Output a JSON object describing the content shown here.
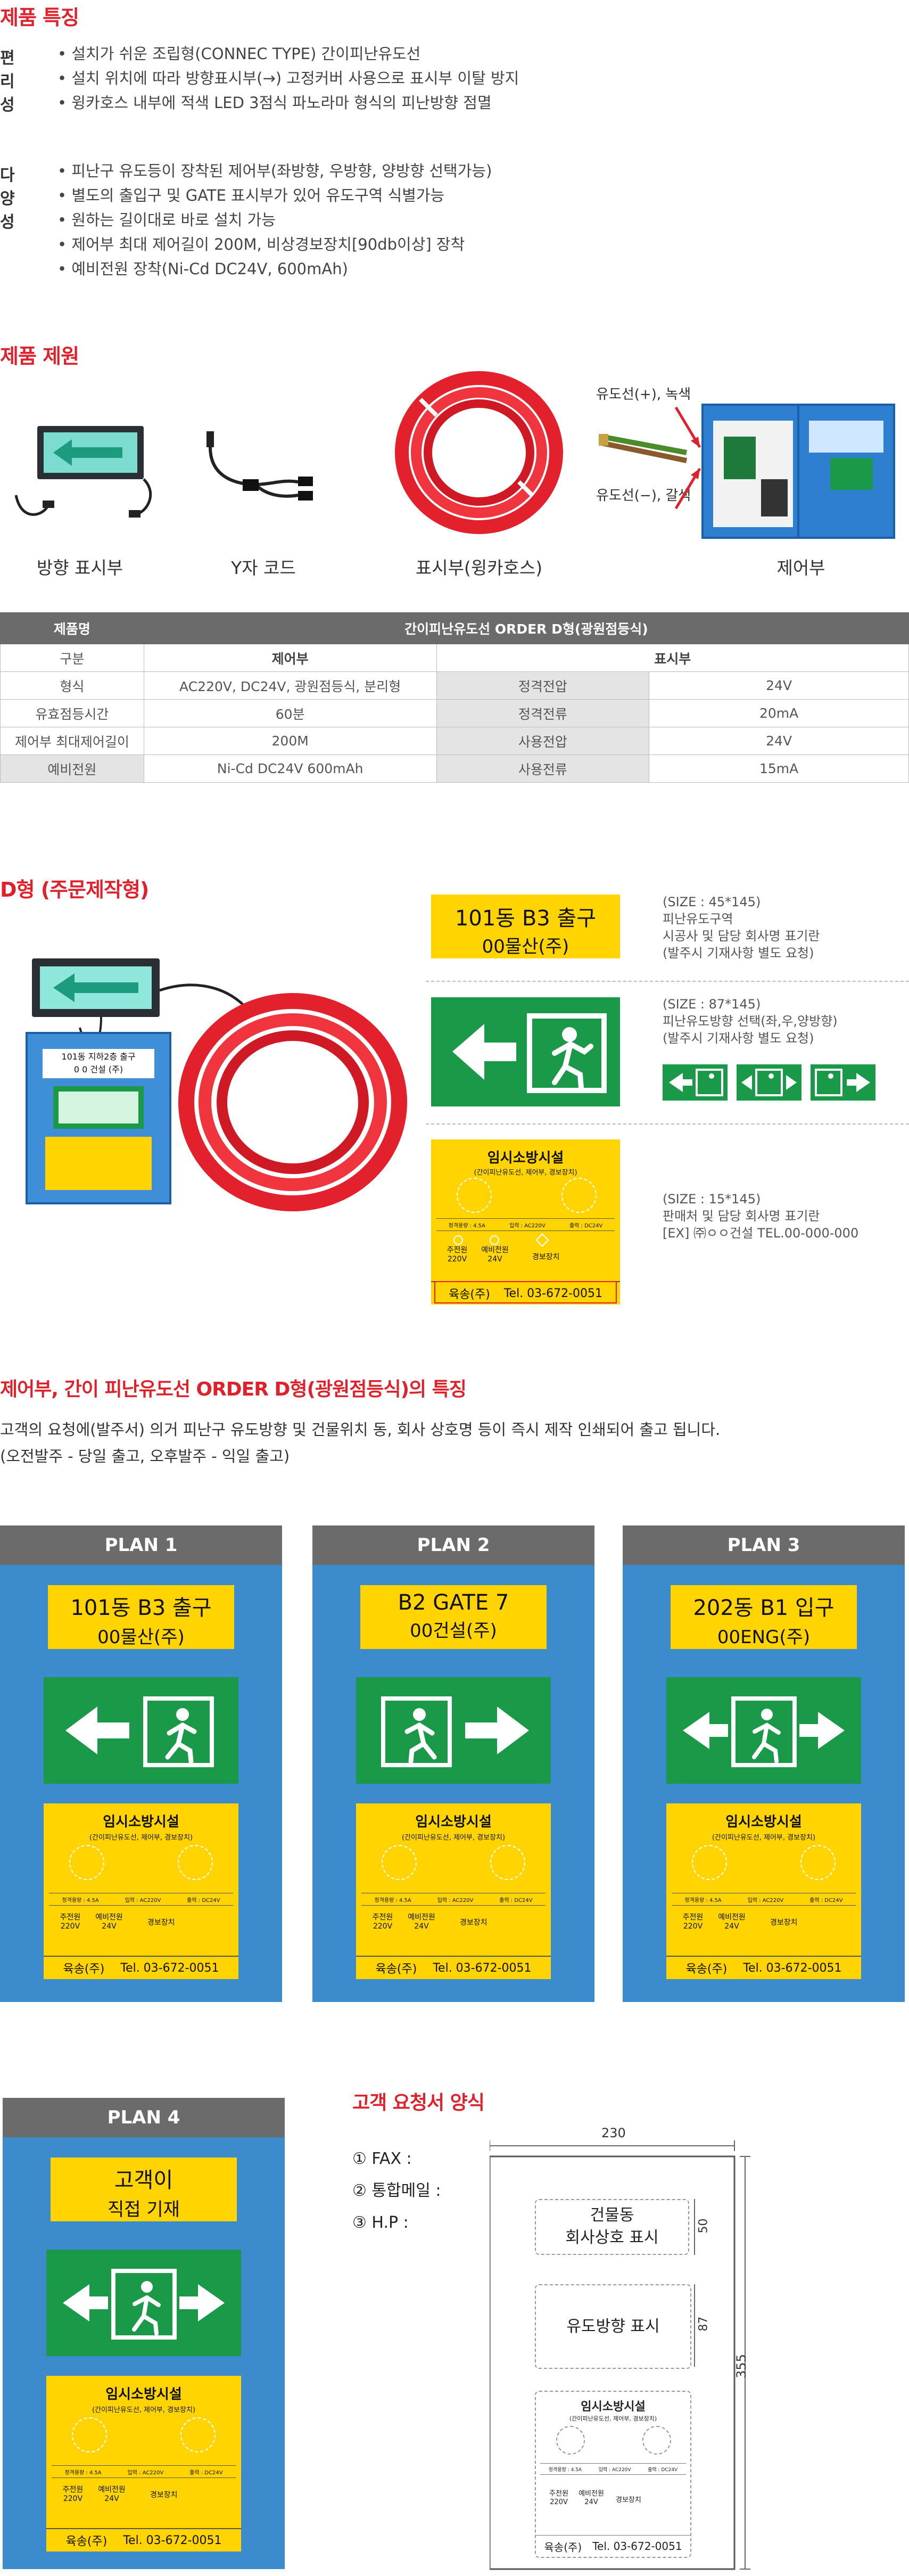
{
  "features": {
    "title": "제품 특징",
    "groups": [
      {
        "label": "편리성",
        "items": [
          "• 설치가 쉬운 조립형(CONNEC TYPE) 간이피난유도선",
          "• 설치 위치에 따라 방향표시부(→) 고정커버 사용으로 표시부 이탈 방지",
          "• 윙카호스 내부에 적색 LED 3점식 파노라마 형식의 피난방향 점멸"
        ]
      },
      {
        "label": "다양성",
        "items": [
          "• 피난구 유도등이 장착된 제어부(좌방향, 우방향, 양방향 선택가능)",
          "• 별도의 출입구 및 GATE 표시부가 있어 유도구역 식별가능",
          "• 원하는 길이대로 바로 설치 가능",
          "• 제어부 최대 제어길이 200M, 비상경보장치[90db이상] 장착",
          "• 예비전원 장착(Ni-Cd DC24V, 600mAh)"
        ]
      }
    ]
  },
  "components": {
    "title": "제품 제원",
    "items": [
      "방향 표시부",
      "Y자 코드",
      "표시부(윙카호스)",
      "제어부"
    ],
    "wire_pos": "유도선(+), 녹색",
    "wire_neg": "유도선(−), 갈색"
  },
  "spec_table": {
    "header_left": "제품명",
    "header_right": "간이피난유도선 ORDER D형(광원점등식)",
    "sub": [
      "구분",
      "제어부",
      "표시부"
    ],
    "rows": [
      [
        "형식",
        "AC220V, DC24V, 광원점등식, 분리형",
        "정격전압",
        "24V"
      ],
      [
        "유효점등시간",
        "60분",
        "정격전류",
        "20mA"
      ],
      [
        "제어부 최대제어길이",
        "200M",
        "사용전압",
        "24V"
      ],
      [
        "예비전원",
        "Ni-Cd DC24V 600mAh",
        "사용전류",
        "15mA"
      ]
    ]
  },
  "dtype": {
    "title": "D형 (주문제작형)",
    "loc_line1": "101동 B3 출구",
    "loc_line2": "00물산(주)",
    "note1": [
      "(SIZE : 45*145)",
      "피난유도구역",
      "시공사 및 담당 회사명 표기란",
      "(발주시 기재사항 별도 요청)"
    ],
    "note2": [
      "(SIZE : 87*145)",
      "피난유도방향 선택(좌,우,양방향)",
      "(발주시 기재사항 별도 요청)"
    ],
    "note3": [
      "(SIZE : 15*145)",
      "판매처 및 담당 회사명 표기란",
      "[EX] ㈜ㅇㅇ건설 TEL.00-000-000"
    ],
    "panel_label_lines": [
      "101동 지하2층 출구",
      "0 0 건설 (주)"
    ]
  },
  "control_panel": {
    "title": "임시소방시설",
    "sub": "(간이피난유도선, 제어부, 경보장치)",
    "spec": [
      "정격용량 : 4.5A",
      "입력 : AC220V",
      "출력 : DC24V"
    ],
    "main_power": [
      "주전원",
      "220V"
    ],
    "backup_power": [
      "예비전원",
      "24V"
    ],
    "alarm": "경보장치",
    "company": "육송(주)",
    "tel": "Tel. 03-672-0051"
  },
  "features_d": {
    "title": "제어부, 간이 피난유도선 ORDER D형(광원점등식)의 특징",
    "line1": "고객의 요청에(발주서) 의거 피난구 유도방향 및 건물위치 동, 회사 상호명 등이 즉시 제작 인쇄되어 출고 됩니다.",
    "line2": "(오전발주 - 당일 출고, 오후발주 - 익일 출고)"
  },
  "plans": [
    {
      "label": "PLAN 1",
      "line1": "101동 B3 출구",
      "line2": "00물산(주)",
      "direction": "left"
    },
    {
      "label": "PLAN 2",
      "line1": "B2 GATE 7",
      "line2": "00건설(주)",
      "direction": "right"
    },
    {
      "label": "PLAN 3",
      "line1": "202동 B1 입구",
      "line2": "00ENG(주)",
      "direction": "both"
    },
    {
      "label": "PLAN 4",
      "line1": "고객이",
      "line2": "직접 기재",
      "direction": "both"
    }
  ],
  "request_form": {
    "title": "고객 요청서 양식",
    "methods": [
      "① FAX :",
      "② 통합메일 :",
      "③ H.P :"
    ],
    "dim_width": "230",
    "dim_height": "355",
    "dim_50": "50",
    "dim_87": "87",
    "box1": [
      "건물동",
      "회사상호 표시"
    ],
    "box2": "유도방향 표시"
  },
  "colors": {
    "accent_red": "#e0202a",
    "sign_green": "#1a9a48",
    "label_yellow": "#ffd400",
    "panel_blue": "#3c8ccd"
  }
}
